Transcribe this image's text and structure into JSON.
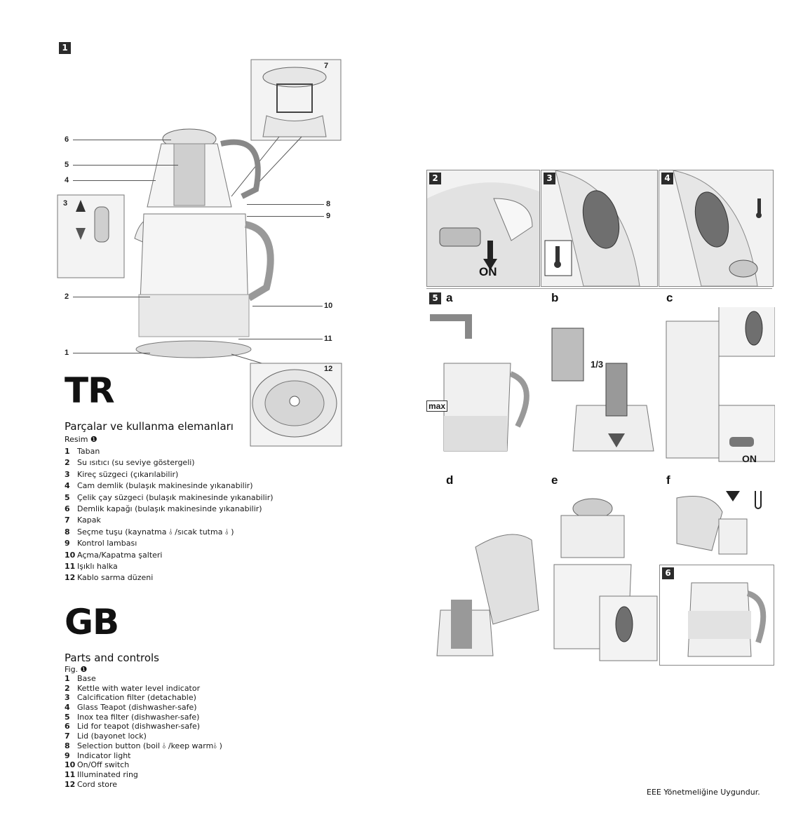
{
  "figure1": {
    "badge": "1",
    "labels": [
      "7",
      "6",
      "5",
      "4",
      "3",
      "8",
      "9",
      "2",
      "10",
      "11",
      "1",
      "12"
    ]
  },
  "tr": {
    "lang": "TR",
    "title": "Parçalar ve kullanma elemanları",
    "fig_ref": "Resim ❶",
    "items": [
      {
        "n": "1",
        "t": "Taban"
      },
      {
        "n": "2",
        "t": "Su ısıtıcı (su seviye göstergeli)"
      },
      {
        "n": "3",
        "t": "Kireç süzgeci (çıkarılabilir)"
      },
      {
        "n": "4",
        "t": "Cam demlik (bulaşık makinesinde yıkanabilir)"
      },
      {
        "n": "5",
        "t": "Çelik çay süzgeci (bulaşık makinesinde yıkanabilir)"
      },
      {
        "n": "6",
        "t": "Demlik kapağı (bulaşık makinesinde yıkanabilir)"
      },
      {
        "n": "7",
        "t": "Kapak"
      },
      {
        "n": "8",
        "t": "Seçme tuşu (kaynatma ⫰ /sıcak tutma ⫰ )"
      },
      {
        "n": "9",
        "t": "Kontrol lambası"
      },
      {
        "n": "10",
        "t": "Açma/Kapatma şalteri"
      },
      {
        "n": "11",
        "t": "Işıklı halka"
      },
      {
        "n": "12",
        "t": "Kablo sarma düzeni"
      }
    ]
  },
  "gb": {
    "lang": "GB",
    "title": "Parts and controls",
    "fig_ref": "Fig. ❶",
    "items": [
      {
        "n": "1",
        "t": "Base"
      },
      {
        "n": "2",
        "t": "Kettle with water level indicator"
      },
      {
        "n": "3",
        "t": "Calcification filter (detachable)"
      },
      {
        "n": "4",
        "t": "Glass Teapot (dishwasher-safe)"
      },
      {
        "n": "5",
        "t": "Inox tea filter (dishwasher-safe)"
      },
      {
        "n": "6",
        "t": "Lid for teapot (dishwasher-safe)"
      },
      {
        "n": "7",
        "t": "Lid (bayonet lock)"
      },
      {
        "n": "8",
        "t": "Selection button (boil ⫰ /keep warm⫰ )"
      },
      {
        "n": "9",
        "t": "Indicator light"
      },
      {
        "n": "10",
        "t": "On/Off switch"
      },
      {
        "n": "11",
        "t": "Illuminated ring"
      },
      {
        "n": "12",
        "t": "Cord store"
      }
    ]
  },
  "steps": {
    "badges": [
      "2",
      "3",
      "4",
      "5",
      "6"
    ],
    "letters": [
      "a",
      "b",
      "c",
      "d",
      "e",
      "f"
    ],
    "on": "ON",
    "max": "max",
    "third": "1/3"
  },
  "footer": "EEE Yönetmeliğine Uygundur."
}
